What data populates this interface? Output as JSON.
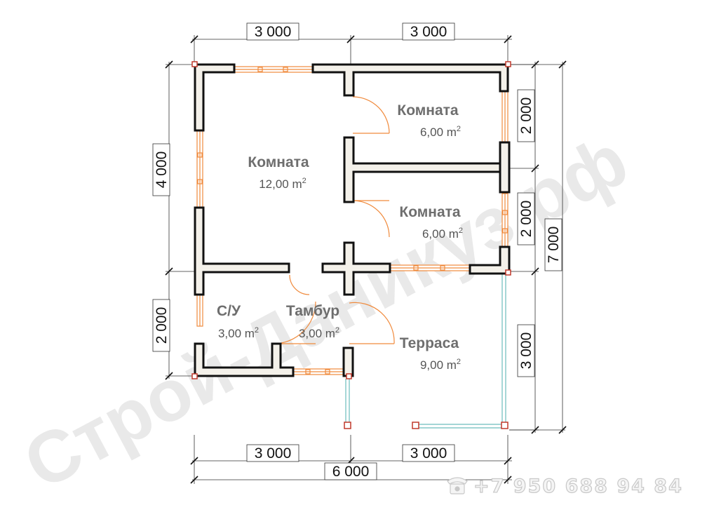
{
  "watermark": {
    "text": "Строй-Даникуз.рф"
  },
  "contact": {
    "phone_icon": "phone-icon",
    "phone": "+7 950 688 94 84"
  },
  "dimensions": {
    "top_left": "3 000",
    "top_right": "3 000",
    "left_upper": "4 000",
    "left_lower": "2 000",
    "right_upper": "2 000",
    "right_middle": "2 000",
    "right_lower": "3 000",
    "overall_right": "7 000",
    "bottom_left": "3 000",
    "bottom_right": "3 000",
    "overall_bottom": "6 000"
  },
  "rooms": {
    "big_room": {
      "name": "Комната",
      "area": "12,00 m",
      "unit_sup": "2"
    },
    "room_top_right": {
      "name": "Комната",
      "area": "6,00 m",
      "unit_sup": "2"
    },
    "room_middle_right": {
      "name": "Комната",
      "area": "6,00 m",
      "unit_sup": "2"
    },
    "bathroom": {
      "name": "С/У",
      "area": "3,00 m",
      "unit_sup": "2"
    },
    "vestibule": {
      "name": "Тамбур",
      "area": "3,00 m",
      "unit_sup": "2"
    },
    "terrace": {
      "name": "Терраса",
      "area": "9,00 m",
      "unit_sup": "2"
    }
  },
  "colors": {
    "wall_fill": "#f4f1ea",
    "wall_stroke": "#111111",
    "window": "#f08a3c",
    "railing": "#7fc4c4",
    "post": "#c0392b"
  }
}
